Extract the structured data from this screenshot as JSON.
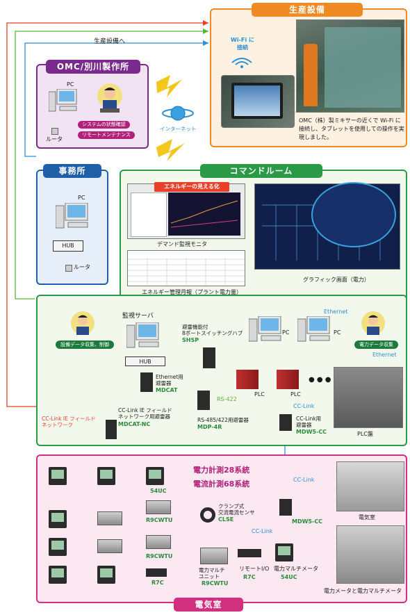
{
  "top_arrow_label": "生産設備へ",
  "production": {
    "title": "生産設備",
    "wifi_label": "Wi-Fi に\n接続",
    "description": "OMC（株）製ミキサーの近くで Wi-Fi に接続し、タブレットを使用しての操作を実現しました。"
  },
  "omc": {
    "title": "OMC/別川製作所",
    "pc_label": "PC",
    "router_label": "ルータ",
    "pills": [
      "システムの状態確認",
      "リモートメンテナンス"
    ]
  },
  "internet_label": "インターネット",
  "office": {
    "title": "事務所",
    "pc_label": "PC",
    "hub_label": "HUB",
    "router_label": "ルータ"
  },
  "command_room": {
    "title": "コマンドルーム",
    "energy_banner": "エネルギーの見える化",
    "demand_caption": "デマンド監視モニタ",
    "report_caption": "エネルギー管理月報（プラント電力量）",
    "graphic_caption": "グラフィック画面（電力）",
    "ethernet_label_1": "Ethernet",
    "ethernet_label_2": "Ethernet",
    "server_label": "監視サーバ",
    "hub_label": "HUB",
    "pc_label_1": "PC",
    "pc_label_2": "PC",
    "pill_left": "設備データ収集、制御",
    "pill_right": "電力データ収集",
    "switch_desc": "避雷機能付\n8ポートスイッチングハブ",
    "switch_model": "SHSP",
    "eth_arrester_desc": "Ethernet用\n避雷器",
    "eth_arrester_model": "MDCAT",
    "rs422_label": "RS-422",
    "plc_label_1": "PLC",
    "plc_label_2": "PLC",
    "dots": "● ● ●",
    "cclink_label": "CC-Link",
    "cclink_field_label": "CC-Link IE フィールド\nネットワーク",
    "cclink_field_desc": "CC-Link IE フィールド\nネットワーク用避雷器",
    "cclink_field_model": "MDCAT-NC",
    "rs485_desc": "RS-485/422用避雷器",
    "rs485_model": "MDP-4R",
    "cclink_arrester_desc": "CC-Link用\n避雷器",
    "cclink_arrester_model": "MDW5-CC",
    "plc_panel_caption": "PLC盤"
  },
  "electric_room": {
    "title": "電気室",
    "headline_1": "電力計測28系統",
    "headline_2": "電流計測68系統",
    "cclink_label_1": "CC-Link",
    "cclink_label_2": "CC-Link",
    "model_54uc": "54UC",
    "model_r9cwtu_1": "R9CWTU",
    "model_r9cwtu_2": "R9CWTU",
    "model_r7c": "R7C",
    "clamp_desc": "クランプ式\n交流電流センサ",
    "clamp_model": "CLSE",
    "multi_desc": "電力マルチ\nユニット",
    "multi_model": "R9CWTU",
    "remote_desc": "リモートI/O",
    "remote_model": "R7C",
    "meter_desc": "電力マルチメータ",
    "meter_model": "54UC",
    "mdw_model": "MDW5-CC",
    "room_caption": "電気室",
    "meter_caption": "電力メータと電力マルチメータ"
  },
  "colors": {
    "production": "#f08a24",
    "omc": "#7a2a8c",
    "office": "#1f5fa8",
    "command": "#2a9a48",
    "electric": "#d0307e",
    "line_red": "#e8402a",
    "line_green": "#5bb430",
    "line_blue": "#2a8fd8"
  }
}
